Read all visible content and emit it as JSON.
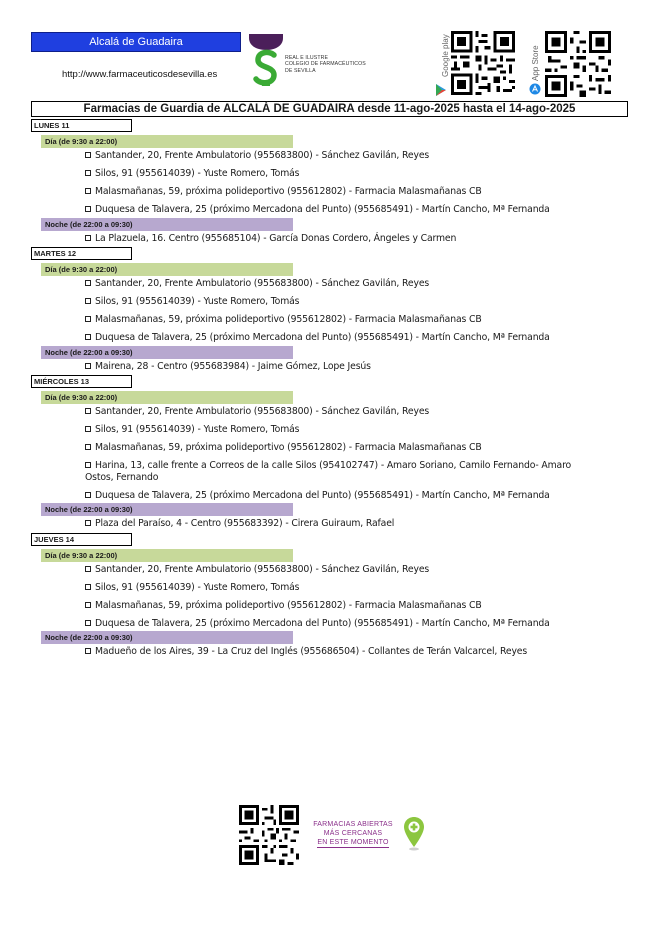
{
  "header": {
    "city": "Alcalá de Guadaira",
    "url": "http://www.farmaceuticosdesevilla.es",
    "logo_lines": [
      "REAL E ILUSTRE",
      "COLEGIO DE FARMACÉUTICOS",
      "DE SEVILLA"
    ],
    "google_play_label": "Google play",
    "app_store_label": "App Store"
  },
  "title": "Farmacias de Guardia de ALCALÁ DE GUADAIRA desde 11-ago-2025 hasta el 14-ago-2025",
  "days": [
    {
      "label": "LUNES 11",
      "day_shift": "Día (de 9:30 a 22:00)",
      "day_entries": [
        "Santander, 20, Frente Ambulatorio (955683800) - Sánchez Gavilán, Reyes",
        "Silos, 91 (955614039) - Yuste Romero, Tomás",
        "Malasmañanas, 59, próxima polideportivo (955612802) - Farmacia Malasmañanas CB",
        "Duquesa de Talavera, 25 (próximo Mercadona del Punto) (955685491) - Martín Cancho, Mª Fernanda"
      ],
      "night_shift": "Noche (de 22:00 a 09:30)",
      "night_entries": [
        "La Plazuela, 16. Centro (955685104) - García Donas Cordero, Ángeles y Carmen"
      ]
    },
    {
      "label": "MARTES 12",
      "day_shift": "Día (de 9:30 a 22:00)",
      "day_entries": [
        "Santander, 20, Frente Ambulatorio (955683800) - Sánchez Gavilán, Reyes",
        "Silos, 91 (955614039) - Yuste Romero, Tomás",
        "Malasmañanas, 59, próxima polideportivo (955612802) - Farmacia Malasmañanas CB",
        "Duquesa de Talavera, 25 (próximo Mercadona del Punto) (955685491) - Martín Cancho, Mª Fernanda"
      ],
      "night_shift": "Noche (de 22:00 a 09:30)",
      "night_entries": [
        "Mairena, 28 - Centro (955683984) - Jaime Gómez, Lope Jesús"
      ]
    },
    {
      "label": "MIÉRCOLES 13",
      "day_shift": "Día (de 9:30 a 22:00)",
      "day_entries": [
        "Santander, 20, Frente Ambulatorio (955683800) - Sánchez Gavilán, Reyes",
        "Silos, 91 (955614039) - Yuste Romero, Tomás",
        "Malasmañanas, 59, próxima polideportivo (955612802) - Farmacia Malasmañanas CB",
        "Harina, 13, calle frente a Correos de la calle Silos (954102747) - Amaro Soriano, Camilo Fernando- Amaro Ostos, Fernando",
        "Duquesa de Talavera, 25 (próximo Mercadona del Punto) (955685491) - Martín Cancho, Mª Fernanda"
      ],
      "night_shift": "Noche (de 22:00 a 09:30)",
      "night_entries": [
        "Plaza del Paraíso, 4 - Centro (955683392) - Cirera Guiraum, Rafael"
      ]
    },
    {
      "label": "JUEVES 14",
      "day_shift": "Día (de 9:30 a 22:00)",
      "day_entries": [
        "Santander, 20, Frente Ambulatorio (955683800) - Sánchez Gavilán, Reyes",
        "Silos, 91 (955614039) - Yuste Romero, Tomás",
        "Malasmañanas, 59, próxima polideportivo (955612802) - Farmacia Malasmañanas CB",
        "Duquesa de Talavera, 25 (próximo Mercadona del Punto) (955685491) - Martín Cancho, Mª Fernanda"
      ],
      "night_shift": "Noche (de 22:00 a 09:30)",
      "night_entries": [
        "Madueño de los Aires, 39 - La Cruz del Inglés (955686504) - Collantes de Terán Valcarcel, Reyes"
      ]
    }
  ],
  "footer": {
    "lines": [
      "FARMACIAS ABIERTAS",
      "MÁS CERCANAS",
      "EN ESTE MOMENTO"
    ]
  },
  "colors": {
    "city_box": "#1f3fe0",
    "day_band": "#c7d99a",
    "night_band": "#b7a8cf",
    "logo_purple": "#4b1f5a",
    "logo_green": "#3aaa35",
    "footer_text": "#8a2f8a"
  }
}
